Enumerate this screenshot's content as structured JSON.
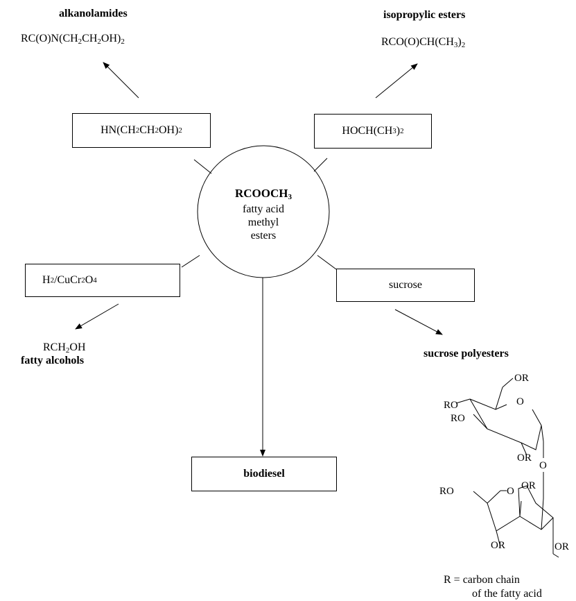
{
  "center": {
    "formula": [
      "RCOOCH",
      "3"
    ],
    "line1": "fatty acid",
    "line2": "methyl",
    "line3": "esters"
  },
  "reagents": {
    "diethanolamine": [
      "HN(CH",
      "2",
      "CH",
      "2",
      "OH)",
      "2"
    ],
    "isopropanol": [
      "HOCH(CH",
      "3",
      ")",
      "2"
    ],
    "hydrogenation": [
      "H",
      "2",
      " /CuCr",
      "2",
      "O",
      "4"
    ],
    "sucrose": "sucrose"
  },
  "products": {
    "alkanolamides": {
      "title": "alkanolamides",
      "formula": [
        "RC(O)N(CH",
        "2",
        "CH",
        "2",
        "OH)",
        "2"
      ]
    },
    "isopropylic_esters": {
      "title": "isopropylic esters",
      "formula": [
        "RCO(O)CH(CH",
        "3",
        ")",
        "2"
      ]
    },
    "fatty_alcohols": {
      "formula": [
        "RCH",
        "2",
        "OH"
      ],
      "title": "fatty alcohols"
    },
    "sucrose_polyesters": {
      "title": "sucrose polyesters"
    },
    "biodiesel": "biodiesel"
  },
  "structure_labels": {
    "or": "OR",
    "ro": "RO",
    "o": "O",
    "legend_line1": "R = carbon chain",
    "legend_line2": "of the fatty acid"
  }
}
